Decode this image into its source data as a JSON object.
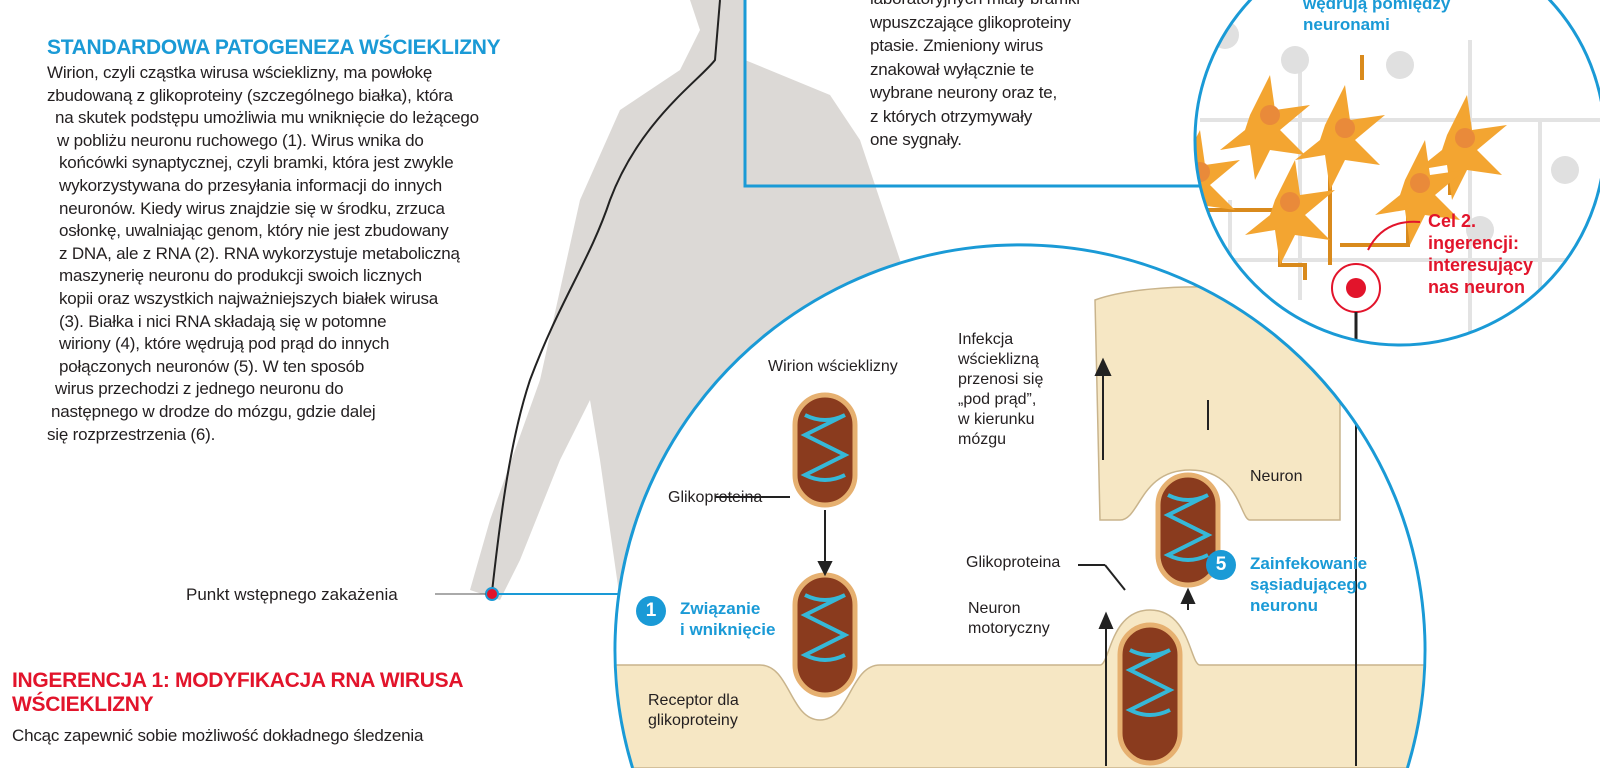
{
  "standard": {
    "heading": "STANDARDOWA PATOGENEZA WŚCIEKLIZNY",
    "lines": [
      "Wirion, czyli cząstka wirusa wścieklizny, ma powłokę",
      "zbudowaną z glikoproteiny (szczególnego białka), która",
      "na skutek podstępu umożliwia mu wniknięcie do leżącego",
      "w pobliżu neuronu ruchowego (1). Wirus wnika do",
      "końcówki synaptycznej, czyli bramki, która jest zwykle",
      "wykorzystywana do przesyłania informacji do innych",
      "neuronów. Kiedy wirus znajdzie się w środku, zrzuca",
      "osłonkę, uwalniając genom, który nie jest zbudowany",
      "z DNA, ale z RNA (2). RNA wykorzystuje metaboliczną",
      "maszynerię neuronu do produkcji swoich licznych",
      "kopii oraz wszystkich najważniejszych białek wirusa",
      "(3). Białka i nici RNA składają się w potomne",
      "wiriony (4), które wędrują pod prąd do innych",
      "połączonych neuronów (5). W ten sposób",
      "wirus przechodzi z jednego neuronu do",
      "następnego w drodze do mózgu, gdzie dalej",
      "się rozprzestrzenia (6)."
    ]
  },
  "infection_point": "Punkt wstępnego zakażenia",
  "intervention1": {
    "heading": "INGERENCJA 1: MODYFIKACJA RNA WIRUSA WŚCIEKLIZNY",
    "lines": [
      "Chcąc zapewnić sobie możliwość dokładnego śledzenia"
    ]
  },
  "top_box": {
    "lines": [
      "laboratoryjnych miały bramki",
      "wpuszczające glikoproteiny",
      "ptasie. Zmieniony wirus",
      "znakował wyłącznie te",
      "wybrane neurony oraz te,",
      "z których otrzymywały",
      "one sygnały."
    ]
  },
  "top_circle": {
    "title_lines": [
      "wędrują pomiędzy",
      "neuronami"
    ],
    "target_lines": [
      "Cel 2.",
      "ingerencji:",
      "interesujący",
      "nas neuron"
    ]
  },
  "detail": {
    "wirion": "Wirion wścieklizny",
    "glikoproteina_left": "Glikoproteina",
    "glikoproteina_right": "Glikoproteina",
    "infection_lines": [
      "Infekcja",
      "wścieklizną",
      "przenosi się",
      "„pod prąd”,",
      "w kierunku",
      "mózgu"
    ],
    "neuron": "Neuron",
    "motor_lines": [
      "Neuron",
      "motoryczny"
    ],
    "receptor_lines": [
      "Receptor dla",
      "glikoproteiny"
    ],
    "step1": {
      "num": "1",
      "lines": [
        "Związanie",
        "i wniknięcie"
      ]
    },
    "step5": {
      "num": "5",
      "lines": [
        "Zainfekowanie",
        "sąsiadującego",
        "neuronu"
      ]
    }
  },
  "colors": {
    "blue": "#1a9ad6",
    "red": "#e2142b",
    "beige": "#f6e7c4",
    "virion": "#8a3b1e",
    "neuron": "#f3a531"
  }
}
